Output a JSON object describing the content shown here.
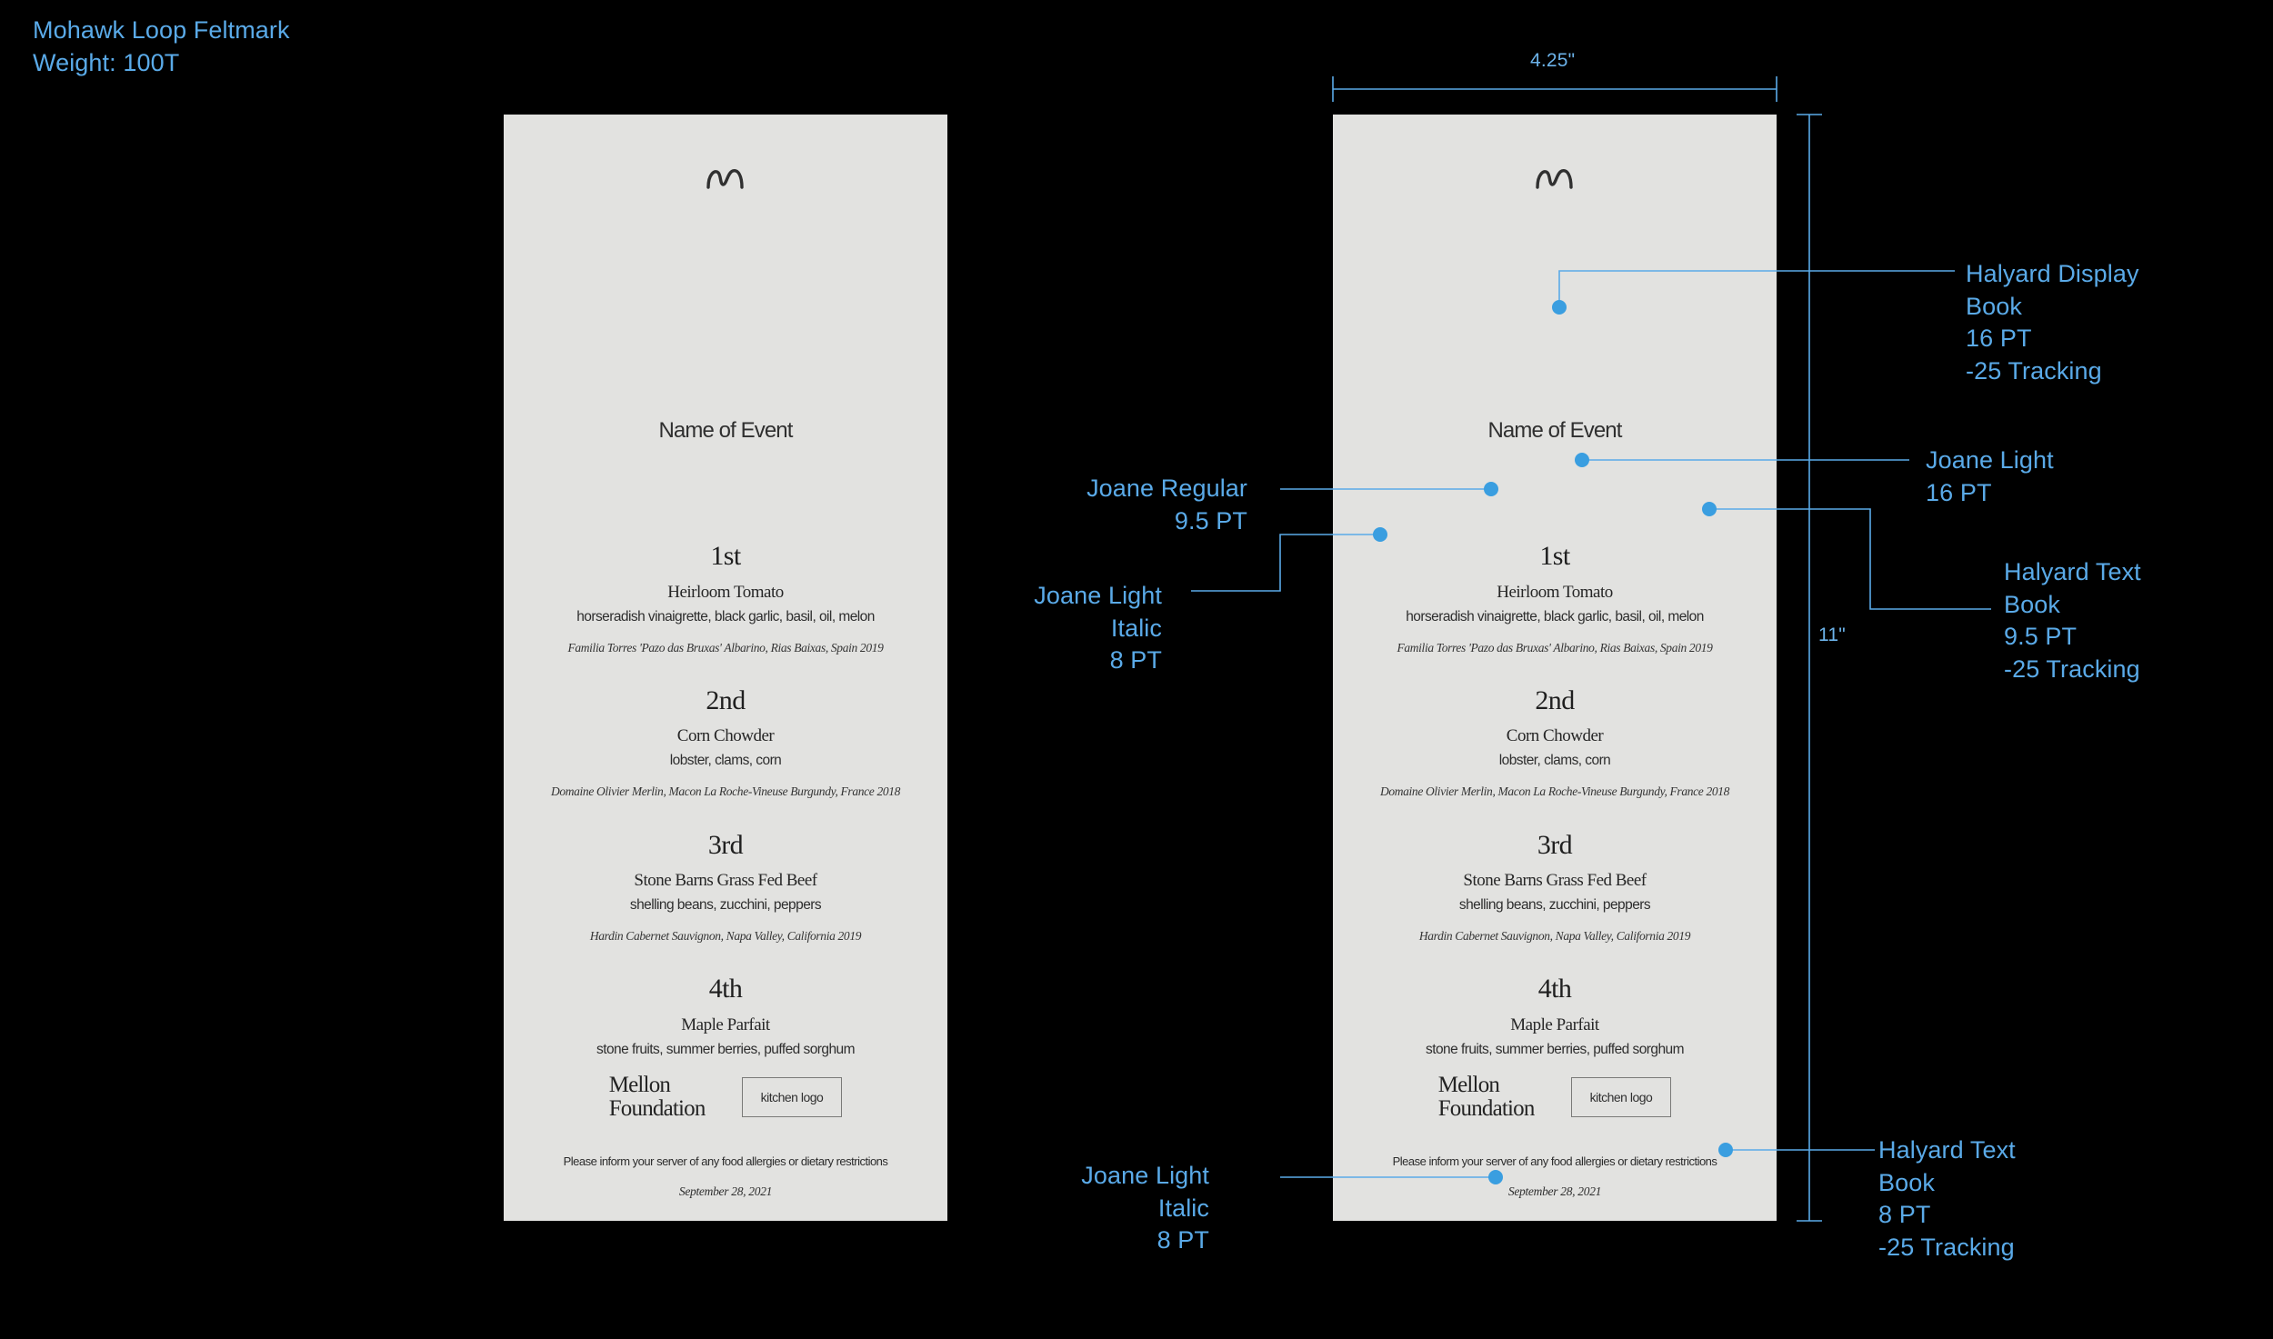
{
  "spec": {
    "paper_line1": "Mohawk Loop Feltmark",
    "paper_line2": "Weight: 100T",
    "accent_color": "#5aaae8",
    "card_color": "#e2e2e0",
    "background_color": "#000000"
  },
  "dimensions": {
    "width_label": "4.25\"",
    "height_label": "11\""
  },
  "menu": {
    "logo_name": "mountain-squiggle-logo",
    "event_name": "Name of Event",
    "courses": [
      {
        "number": "1st",
        "name": "Heirloom Tomato",
        "ingredients": "horseradish vinaigrette, black garlic, basil, oil, melon",
        "wine": "Familia Torres 'Pazo das Bruxas' Albarino, Rias Baixas, Spain 2019"
      },
      {
        "number": "2nd",
        "name": "Corn Chowder",
        "ingredients": "lobster, clams, corn",
        "wine": "Domaine Olivier Merlin, Macon La Roche-Vineuse Burgundy, France 2018"
      },
      {
        "number": "3rd",
        "name": "Stone Barns Grass Fed Beef",
        "ingredients": "shelling beans, zucchini, peppers",
        "wine": "Hardin Cabernet Sauvignon, Napa Valley, California 2019"
      },
      {
        "number": "4th",
        "name": "Maple Parfait",
        "ingredients": "stone fruits, summer berries, puffed sorghum",
        "wine": ""
      }
    ],
    "footer": {
      "sponsor_logo": "Mellon\nFoundation",
      "kitchen_logo_placeholder": "kitchen logo",
      "allergy_note": "Please inform your server of any food allergies or dietary restrictions",
      "date": "September 28, 2021"
    }
  },
  "annotations": {
    "event_name_spec": "Halyard Display\nBook\n16 PT\n-25 Tracking",
    "course_number_spec": "Joane Light\n16 PT",
    "course_name_spec": "Joane Regular\n9.5 PT",
    "ingredients_spec": "Halyard Text\nBook\n9.5 PT\n-25 Tracking",
    "wine_spec": "Joane Light\nItalic\n8 PT",
    "allergy_spec": "Halyard Text\nBook\n8 PT\n-25 Tracking",
    "date_spec": "Joane Light\nItalic\n8 PT"
  }
}
